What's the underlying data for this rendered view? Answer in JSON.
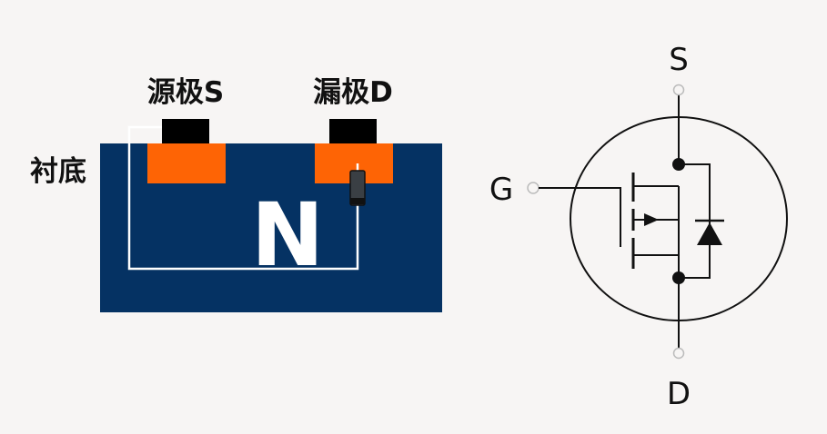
{
  "cross_section": {
    "source_label": "源极S",
    "drain_label": "漏极D",
    "substrate_label": "衬底",
    "channel_label": "N"
  },
  "symbol": {
    "source_pin": "S",
    "gate_pin": "G",
    "drain_pin": "D"
  },
  "colors": {
    "substrate": "#053263",
    "doped_region": "#fe6405",
    "electrode": "#000000",
    "wire": "#ffffff",
    "symbol_line": "#111111",
    "background": "#f7f5f4"
  }
}
